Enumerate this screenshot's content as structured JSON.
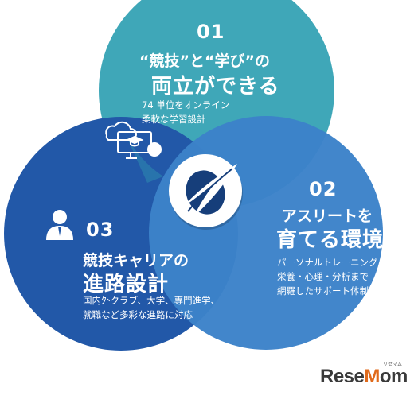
{
  "colors": {
    "teal": "#3fa7b8",
    "royal": "#2258a8",
    "sky": "#3c82c9",
    "logo_navy": "#163e7a",
    "accent_orange": "#e06a1b"
  },
  "sections": [
    {
      "number": "01",
      "title_line1": "“競技”と“学び”の",
      "title_line2": "両立ができる",
      "body": [
        "74 単位をオンライン",
        "柔軟な学習設計"
      ],
      "icon": "online-learning-icon"
    },
    {
      "number": "02",
      "title_line1": "アスリートを",
      "title_line2": "育てる環境",
      "body": [
        "パーソナルトレーニング",
        "栄養・心理・分析まで",
        "網羅したサポート体制"
      ]
    },
    {
      "number": "03",
      "title_line1": "競技キャリアの",
      "title_line2": "進路設計",
      "body": [
        "国内外クラブ、大学、専門進学、",
        "就職など多彩な進路に対応"
      ],
      "icon": "person-icon"
    }
  ],
  "center_logo": "school-logo-icon",
  "watermark": {
    "brand_main": "Rese",
    "brand_o": "M",
    "brand_end": "om",
    "brand_small": "リセマム"
  }
}
